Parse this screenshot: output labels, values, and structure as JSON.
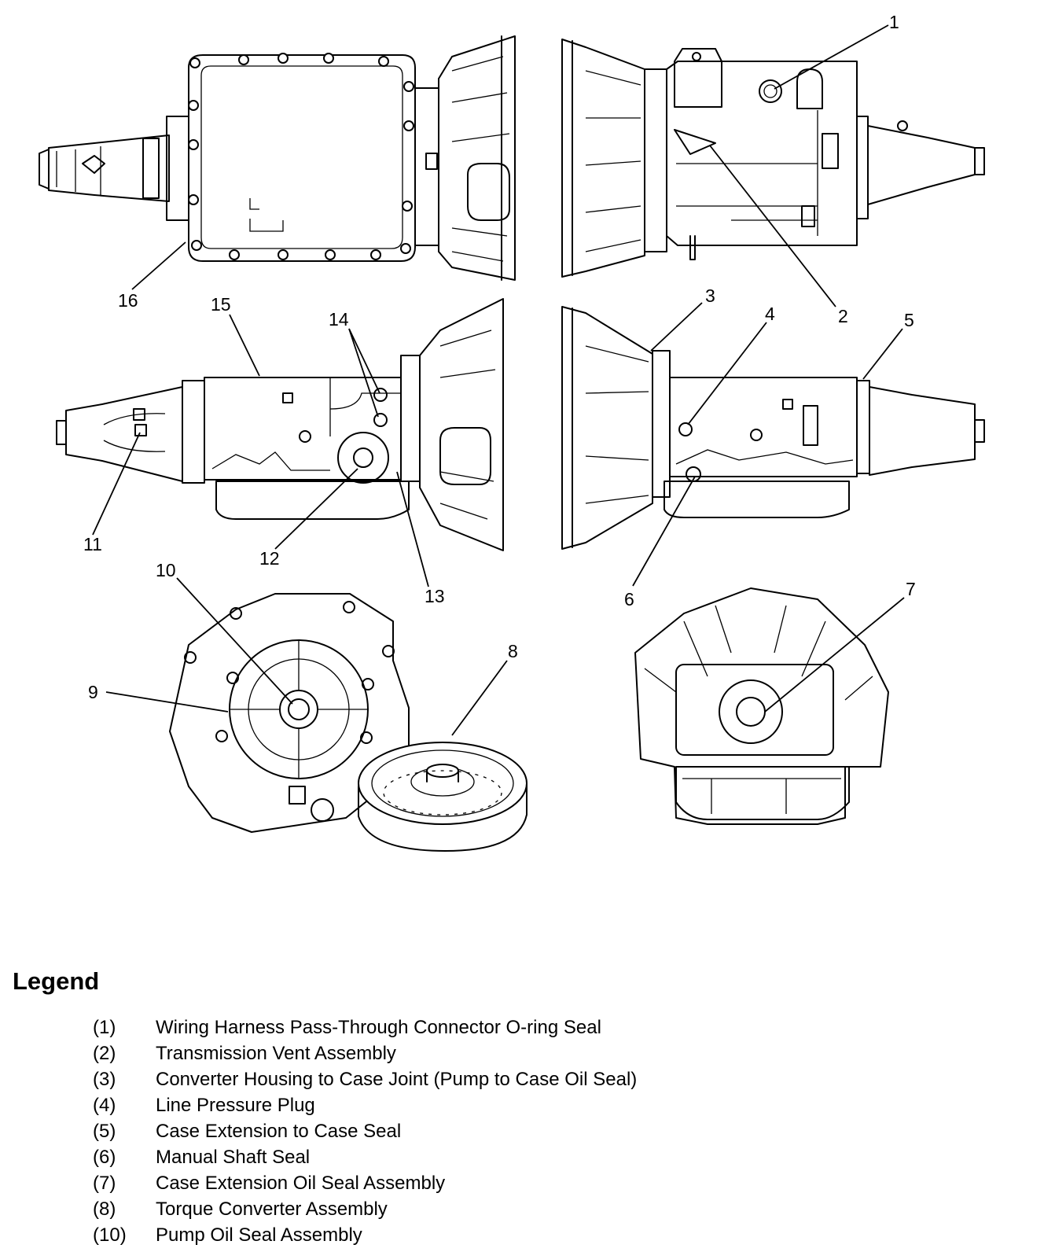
{
  "diagram": {
    "callouts": [
      "1",
      "2",
      "3",
      "4",
      "5",
      "6",
      "7",
      "8",
      "9",
      "10",
      "11",
      "12",
      "13",
      "14",
      "15",
      "16"
    ]
  },
  "legend": {
    "title": "Legend",
    "items": [
      {
        "num": "(1)",
        "text": "Wiring Harness Pass-Through Connector O-ring Seal"
      },
      {
        "num": "(2)",
        "text": "Transmission Vent Assembly"
      },
      {
        "num": "(3)",
        "text": "Converter Housing to Case Joint (Pump to Case Oil Seal)"
      },
      {
        "num": "(4)",
        "text": "Line Pressure Plug"
      },
      {
        "num": "(5)",
        "text": "Case Extension to Case Seal"
      },
      {
        "num": "(6)",
        "text": "Manual Shaft Seal"
      },
      {
        "num": "(7)",
        "text": "Case Extension Oil Seal Assembly"
      },
      {
        "num": "(8)",
        "text": "Torque Converter Assembly"
      },
      {
        "num": "(10)",
        "text": "Pump Oil Seal Assembly"
      }
    ]
  }
}
